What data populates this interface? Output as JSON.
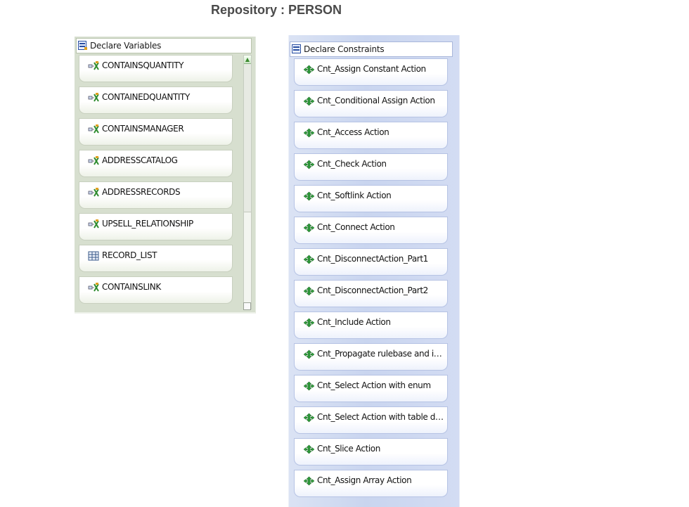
{
  "page": {
    "title": "Repository : PERSON"
  },
  "variables": {
    "header": "Declare Variables",
    "items": [
      {
        "label": "CONTAINSQUANTITY",
        "icon": "variable-icon"
      },
      {
        "label": "CONTAINEDQUANTITY",
        "icon": "variable-icon"
      },
      {
        "label": "CONTAINSMANAGER",
        "icon": "variable-icon"
      },
      {
        "label": "ADDRESSCATALOG",
        "icon": "variable-icon"
      },
      {
        "label": "ADDRESSRECORDS",
        "icon": "variable-icon"
      },
      {
        "label": "UPSELL_RELATIONSHIP",
        "icon": "variable-icon"
      },
      {
        "label": "RECORD_LIST",
        "icon": "table-icon"
      },
      {
        "label": "CONTAINSLINK",
        "icon": "variable-icon"
      }
    ]
  },
  "constraints": {
    "header": "Declare Constraints",
    "items": [
      {
        "label": "Cnt_Assign Constant Action",
        "icon": "constraint-icon"
      },
      {
        "label": "Cnt_Conditional Assign Action",
        "icon": "constraint-icon"
      },
      {
        "label": "Cnt_Access Action",
        "icon": "constraint-icon"
      },
      {
        "label": "Cnt_Check Action",
        "icon": "constraint-icon"
      },
      {
        "label": "Cnt_Softlink Action",
        "icon": "constraint-icon"
      },
      {
        "label": "Cnt_Connect Action",
        "icon": "constraint-icon"
      },
      {
        "label": "Cnt_DisconnectAction_Part1",
        "icon": "constraint-icon"
      },
      {
        "label": "Cnt_DisconnectAction_Part2",
        "icon": "constraint-icon"
      },
      {
        "label": "Cnt_Include Action",
        "icon": "constraint-icon"
      },
      {
        "label": "Cnt_Propagate rulebase and inline",
        "icon": "constraint-icon"
      },
      {
        "label": "Cnt_Select Action with enum",
        "icon": "constraint-icon"
      },
      {
        "label": "Cnt_Select Action with table dat...",
        "icon": "constraint-icon"
      },
      {
        "label": "Cnt_Slice Action",
        "icon": "constraint-icon"
      },
      {
        "label": "Cnt_Assign Array Action",
        "icon": "constraint-icon"
      }
    ]
  },
  "colors": {
    "variables_panel": "#d7dfcf",
    "constraints_panel": "#c9d5ef",
    "icon_green": "#2e8b2e",
    "title_text": "#4a4a4a"
  }
}
